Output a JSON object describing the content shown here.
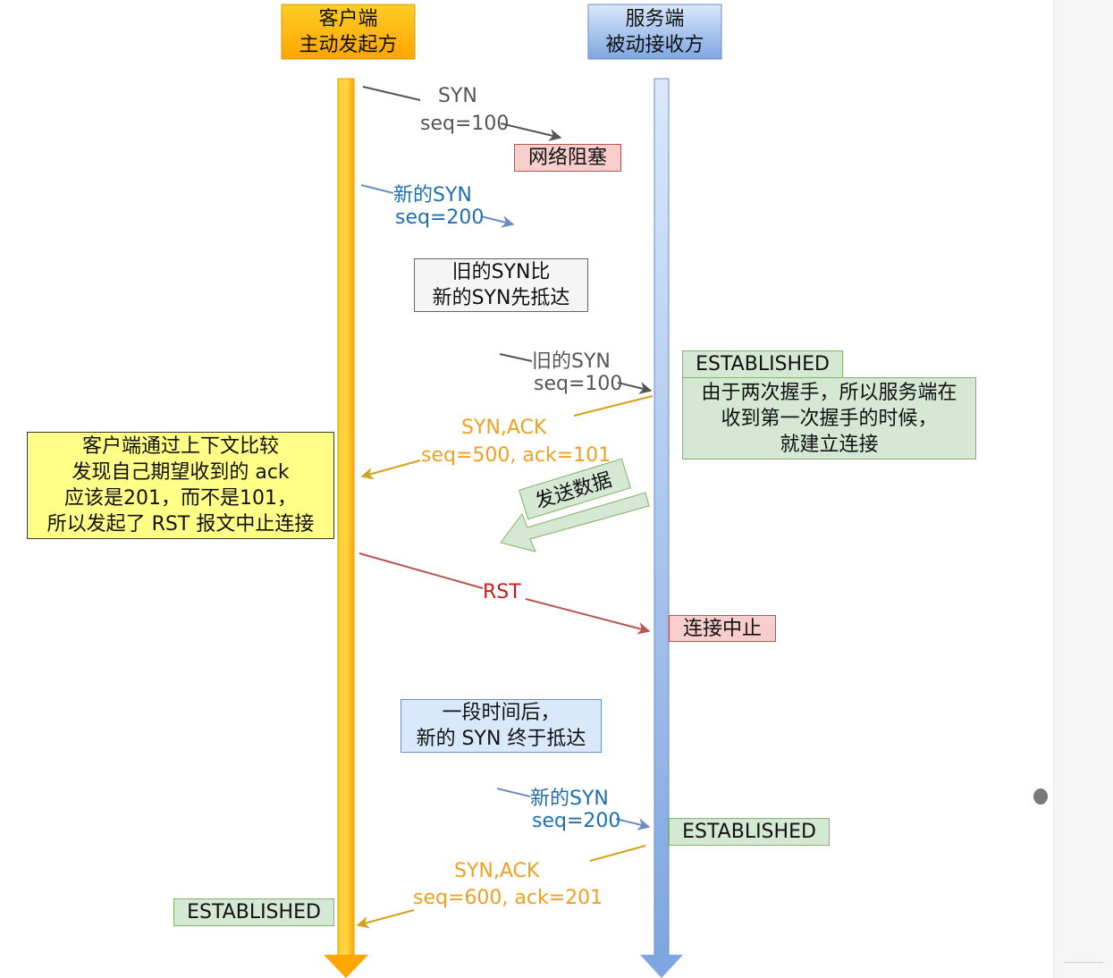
{
  "client_header": {
    "line1": "客户端",
    "line2": "主动发起方"
  },
  "server_header": {
    "line1": "服务端",
    "line2": "被动接收方"
  },
  "syn_old_1": {
    "name": "SYN",
    "seq": "seq=100"
  },
  "network_block": "网络阻塞",
  "syn_new_1": {
    "name": "新的SYN",
    "seq": "seq=200"
  },
  "note_old_first": {
    "line1": "旧的SYN比",
    "line2": "新的SYN先抵达"
  },
  "syn_old_2": {
    "name": "旧的SYN",
    "seq": "seq=100"
  },
  "established_server_1": "ESTABLISHED",
  "server_note": {
    "line1": "由于两次握手，所以服务端在",
    "line2": "收到第一次握手的时候，",
    "line3": "就建立连接"
  },
  "synack_1": {
    "name": "SYN,ACK",
    "seq": "seq=500, ack=101"
  },
  "client_note": {
    "line1": "客户端通过上下文比较",
    "line2": "发现自己期望收到的 ack",
    "line3": "应该是201，而不是101，",
    "line4": "所以发起了 RST 报文中止连接"
  },
  "send_data": "发送数据",
  "rst": "RST",
  "conn_abort": "连接中止",
  "note_later": {
    "line1": "一段时间后，",
    "line2": "新的 SYN 终于抵达"
  },
  "syn_new_2": {
    "name": "新的SYN",
    "seq": "seq=200"
  },
  "established_server_2": "ESTABLISHED",
  "synack_2": {
    "name": "SYN,ACK",
    "seq": "seq=600, ack=201"
  },
  "established_client": "ESTABLISHED",
  "colors": {
    "client_line": "#ffb319",
    "server_line": "#7ea6e0",
    "syn": "#666666",
    "new_syn": "#6c8ebf",
    "synack": "#d6a21c",
    "rst": "#b85450",
    "data_arrow": "#d5e8d4"
  }
}
